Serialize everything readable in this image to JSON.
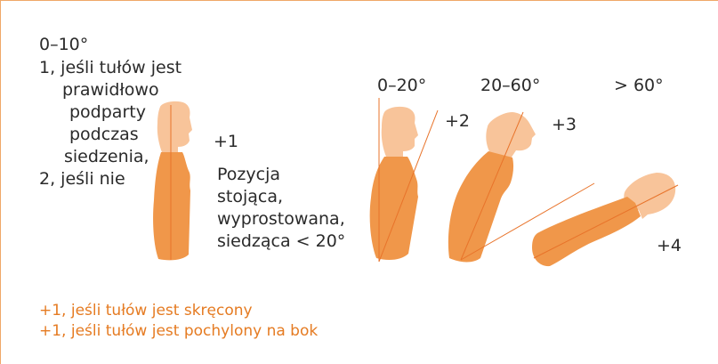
{
  "left_text": {
    "range": "0–10°",
    "line1": "1, jeśli tułów jest",
    "line2": "prawidłowo",
    "line3": "podparty",
    "line4": "podczas",
    "line5": "siedzenia,",
    "line6": "2, jeśli nie"
  },
  "standing": {
    "score": "+1",
    "desc1": "Pozycja",
    "desc2": "stojąca,",
    "desc3": "wyprostowana,",
    "desc4": "siedząca < 20°"
  },
  "angles": {
    "a1": "0–20°",
    "a2": "20–60°",
    "a3": "> 60°"
  },
  "scores": {
    "s2": "+2",
    "s3": "+3",
    "s4": "+4"
  },
  "notes": {
    "twist": "+1, jeśli tułów jest skręcony",
    "side": "+1, jeśli tułów jest pochylony na bok"
  },
  "colors": {
    "border": "#f0a868",
    "head": "#f8c49a",
    "torso": "#f0974a",
    "line": "#e8732a",
    "note_text": "#e57b22"
  }
}
